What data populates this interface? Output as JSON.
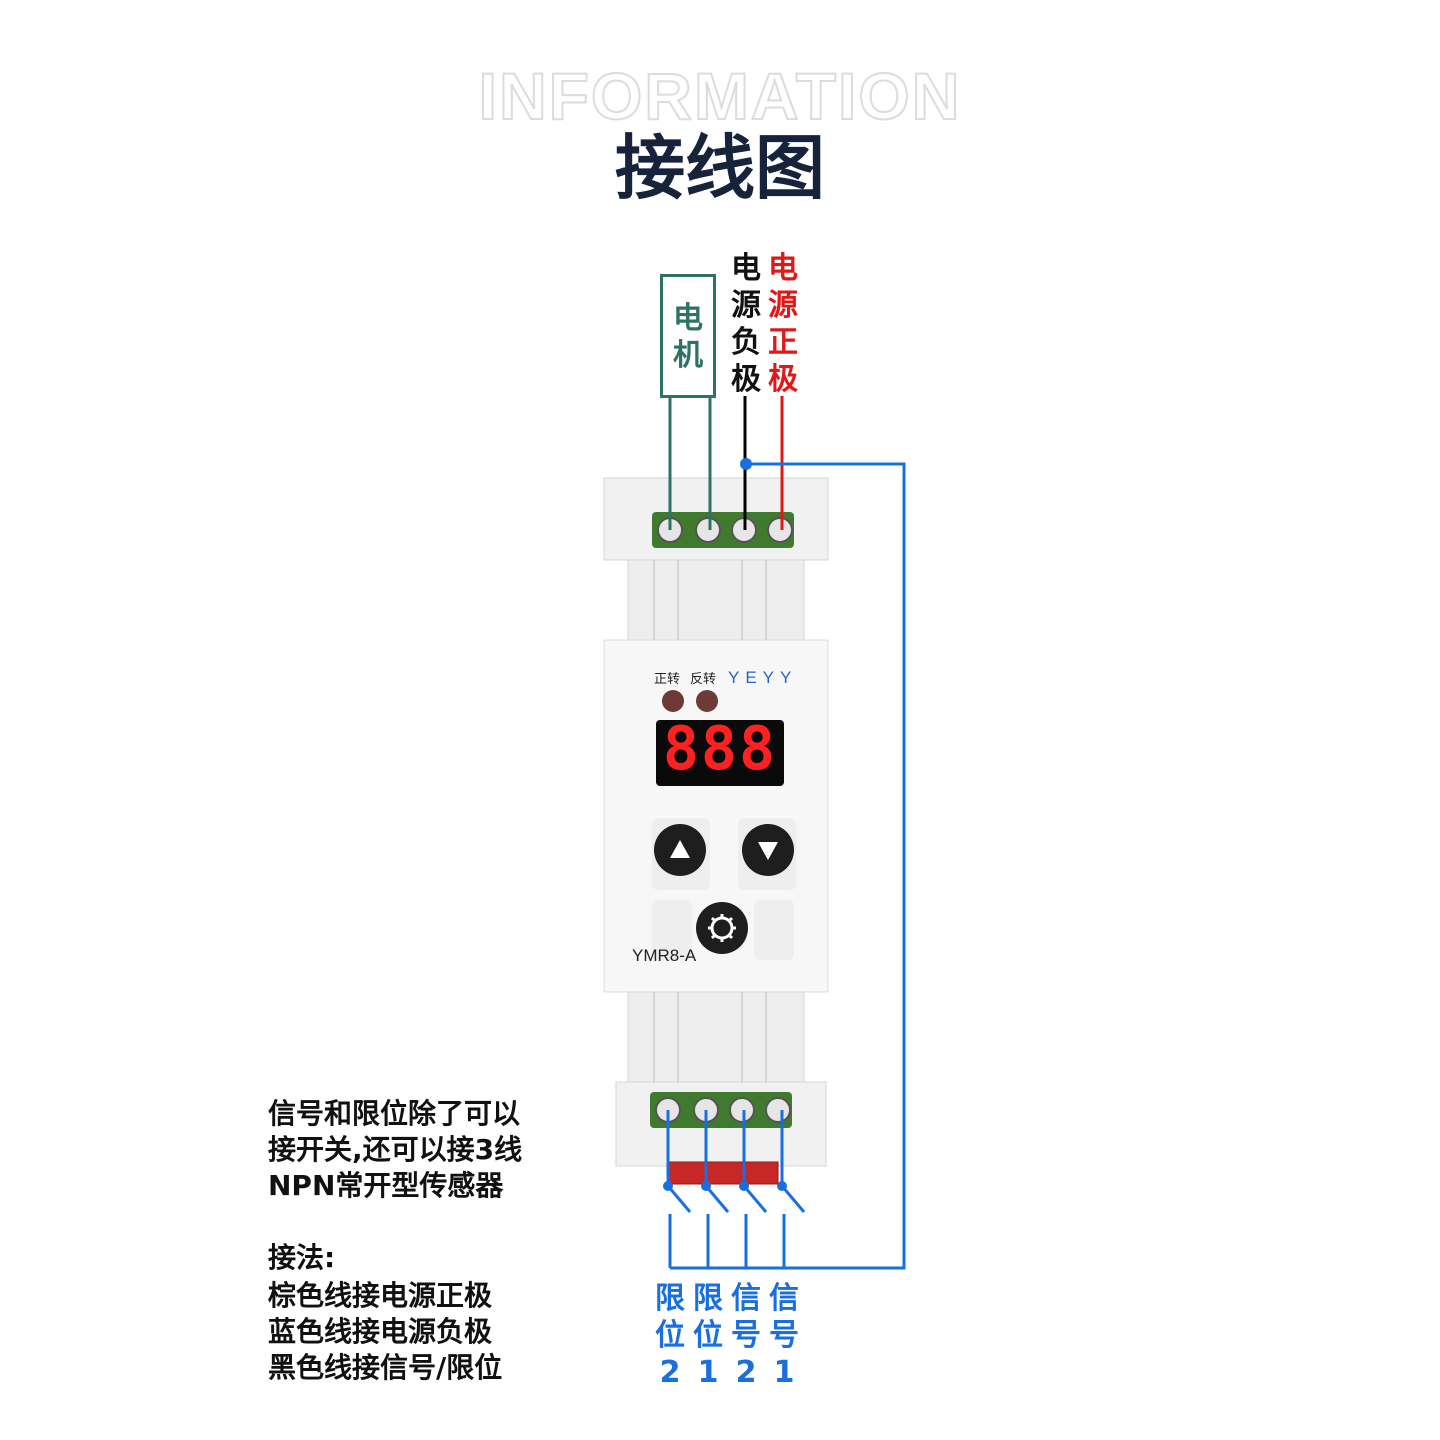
{
  "header": {
    "watermark": "INFORMATION",
    "title": "接线图"
  },
  "top_terminals": {
    "motor_label": "电机",
    "power_negative_label": "电源负极",
    "power_positive_label": "电源正极"
  },
  "device": {
    "led_labels": [
      "正转",
      "反转"
    ],
    "brand": "YEYY",
    "display_value": "888",
    "model": "YMR8-A"
  },
  "notes": {
    "lines": [
      "信号和限位除了可以",
      "接开关,还可以接3线",
      "NPN常开型传感器",
      "",
      "接法:",
      "棕色线接电源正极",
      "蓝色线接电源负极",
      "黑色线接信号/限位"
    ]
  },
  "bottom_terminals": {
    "labels": [
      {
        "text": "限位2",
        "chars": [
          "限",
          "位",
          "2"
        ]
      },
      {
        "text": "限位1",
        "chars": [
          "限",
          "位",
          "1"
        ]
      },
      {
        "text": "信号2",
        "chars": [
          "信",
          "号",
          "2"
        ]
      },
      {
        "text": "信号1",
        "chars": [
          "信",
          "号",
          "1"
        ]
      }
    ]
  },
  "colors": {
    "title": "#16233b",
    "motor_wire": "#2e7266",
    "negative_wire": "#000000",
    "positive_wire": "#e01818",
    "signal_wire": "#1a6fe0",
    "display_digits": "#ff2020"
  }
}
